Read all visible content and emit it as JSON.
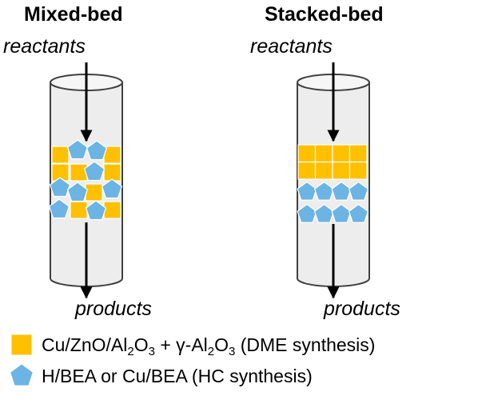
{
  "colors": {
    "square": "#FFC000",
    "pentagon": "#6CB4E4",
    "cylinder": "#EDEDED",
    "outline": "#404040"
  },
  "panels": [
    {
      "title": "Mixed-bed",
      "inlet": "reactants",
      "outlet": "products"
    },
    {
      "title": "Stacked-bed",
      "inlet": "reactants",
      "outlet": "products"
    }
  ],
  "legend": [
    {
      "icon": "square-icon",
      "parts": [
        "Cu/ZnO/Al",
        "2",
        "O",
        "3",
        " + γ-Al",
        "2",
        "O",
        "3",
        " (DME synthesis)"
      ]
    },
    {
      "icon": "pentagon-icon",
      "text": "H/BEA or Cu/BEA (HC synthesis)"
    }
  ]
}
